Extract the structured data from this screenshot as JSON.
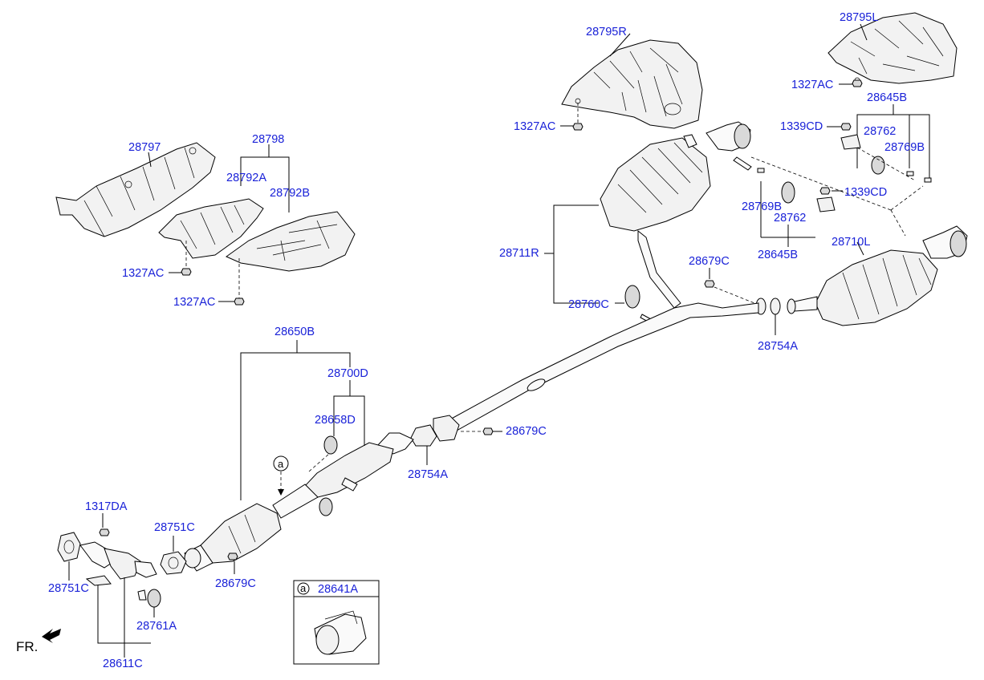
{
  "labels": {
    "l28795R": "28795R",
    "l28795L": "28795L",
    "l1327AC_tr": "1327AC",
    "l1327AC_tl": "1327AC",
    "l28645B_top": "28645B",
    "l1339CD_a": "1339CD",
    "l28762_a": "28762",
    "l28769B_a": "28769B",
    "l28797": "28797",
    "l28798": "28798",
    "l28792A": "28792A",
    "l28792B": "28792B",
    "l1327AC_l1": "1327AC",
    "l1327AC_l2": "1327AC",
    "l28769B_b": "28769B",
    "l28762_b": "28762",
    "l1339CD_b": "1339CD",
    "l28645B_bot": "28645B",
    "l28711R": "28711R",
    "l28679C_a": "28679C",
    "l28710L": "28710L",
    "l28760C": "28760C",
    "l28754A_a": "28754A",
    "l28650B": "28650B",
    "l28700D": "28700D",
    "l28658D": "28658D",
    "l28679C_b": "28679C",
    "l28754A_b": "28754A",
    "l1317DA": "1317DA",
    "l28751C_a": "28751C",
    "l28751C_b": "28751C",
    "l28679C_c": "28679C",
    "l28761A": "28761A",
    "l28611C": "28611C",
    "l28641A": "28641A"
  },
  "callout": {
    "ref_letter": "a",
    "box_letter": "a"
  },
  "direction": {
    "text": "FR."
  }
}
